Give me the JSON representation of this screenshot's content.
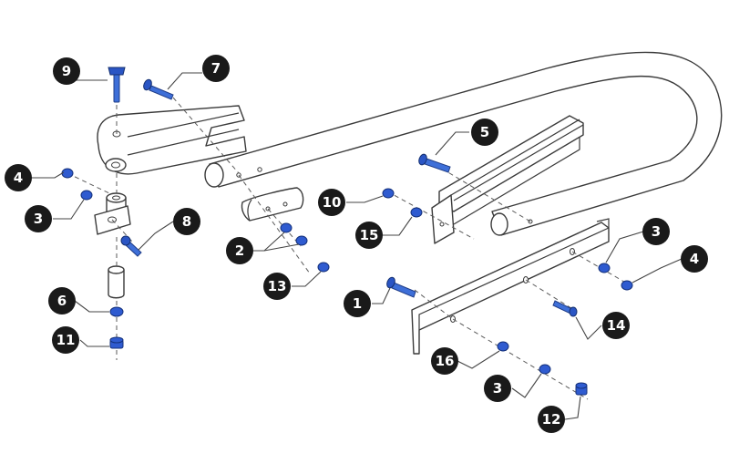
{
  "callouts": [
    {
      "id": "c9",
      "label": "9"
    },
    {
      "id": "c7",
      "label": "7"
    },
    {
      "id": "c4a",
      "label": "4"
    },
    {
      "id": "c3a",
      "label": "3"
    },
    {
      "id": "c8",
      "label": "8"
    },
    {
      "id": "c6",
      "label": "6"
    },
    {
      "id": "c11",
      "label": "11"
    },
    {
      "id": "c2",
      "label": "2"
    },
    {
      "id": "c13",
      "label": "13"
    },
    {
      "id": "c10",
      "label": "10"
    },
    {
      "id": "c15",
      "label": "15"
    },
    {
      "id": "c5",
      "label": "5"
    },
    {
      "id": "c1",
      "label": "1"
    },
    {
      "id": "c3b",
      "label": "3"
    },
    {
      "id": "c4b",
      "label": "4"
    },
    {
      "id": "c14",
      "label": "14"
    },
    {
      "id": "c16",
      "label": "16"
    },
    {
      "id": "c3c",
      "label": "3"
    },
    {
      "id": "c12",
      "label": "12"
    }
  ],
  "colors": {
    "hardware": "#2a55c4",
    "outline": "#3a3a3a",
    "callout_fill": "#1a1a1a",
    "callout_text": "#ffffff"
  }
}
